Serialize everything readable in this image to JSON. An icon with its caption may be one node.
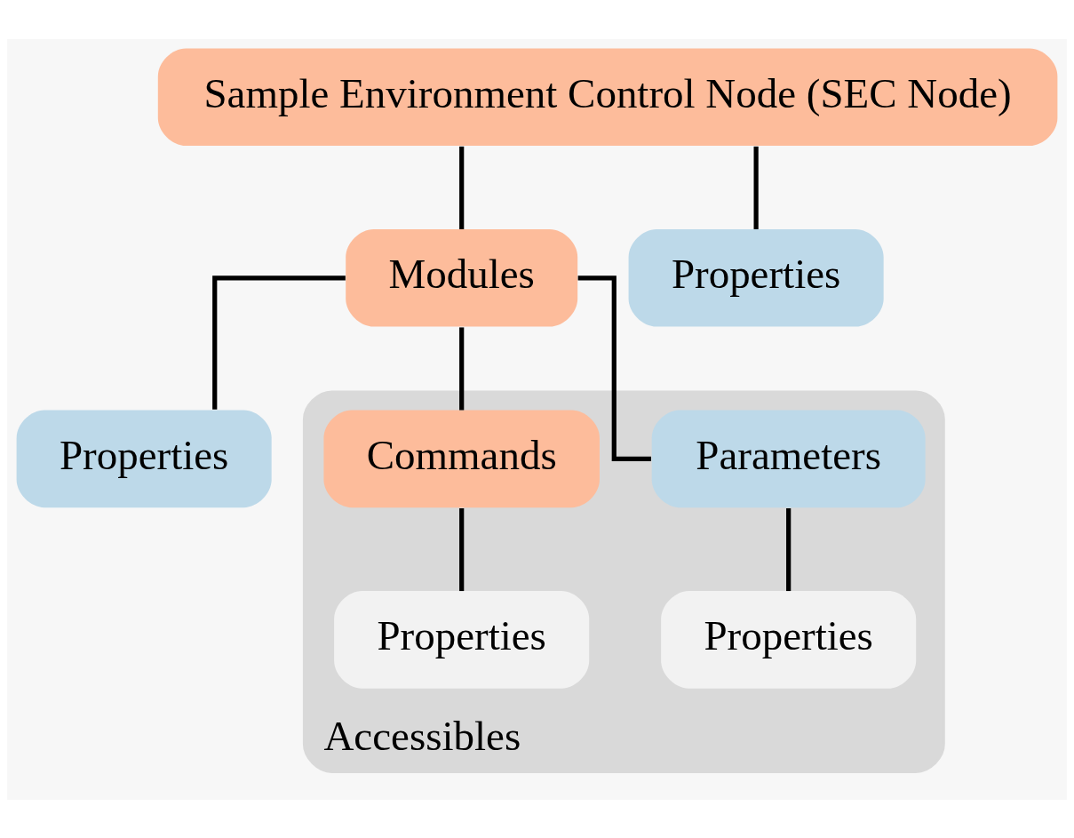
{
  "diagram": {
    "nodes": [
      {
        "text": [
          "Sample Environment Control Node (SEC Node)"
        ]
      },
      {
        "text": [
          "Modules"
        ]
      },
      {
        "text": [
          "Properties"
        ]
      },
      {
        "text": [
          "Properties"
        ]
      },
      {
        "text": [
          "Accessibles"
        ]
      },
      {
        "text": [
          "Parameters"
        ],
        "in": 4
      },
      {
        "text": [
          "Commands"
        ],
        "in": 4
      },
      {
        "text": [
          "Properties"
        ],
        "in": 4
      },
      {
        "text": [
          "Properties"
        ],
        "in": 4
      }
    ],
    "edges": [
      {
        "from": 0,
        "to": 1,
        "arrow": "none"
      },
      {
        "from": 0,
        "to": 2,
        "arrow": "none"
      },
      {
        "from": 1,
        "to": 5,
        "arrow": "none"
      },
      {
        "from": 1,
        "to": 6,
        "arrow": "none"
      },
      {
        "from": 1,
        "to": 3,
        "arrow": "none"
      },
      {
        "from": 5,
        "to": 7,
        "arrow": "none"
      },
      {
        "from": 6,
        "to": 8,
        "arrow": "none"
      }
    ]
  }
}
